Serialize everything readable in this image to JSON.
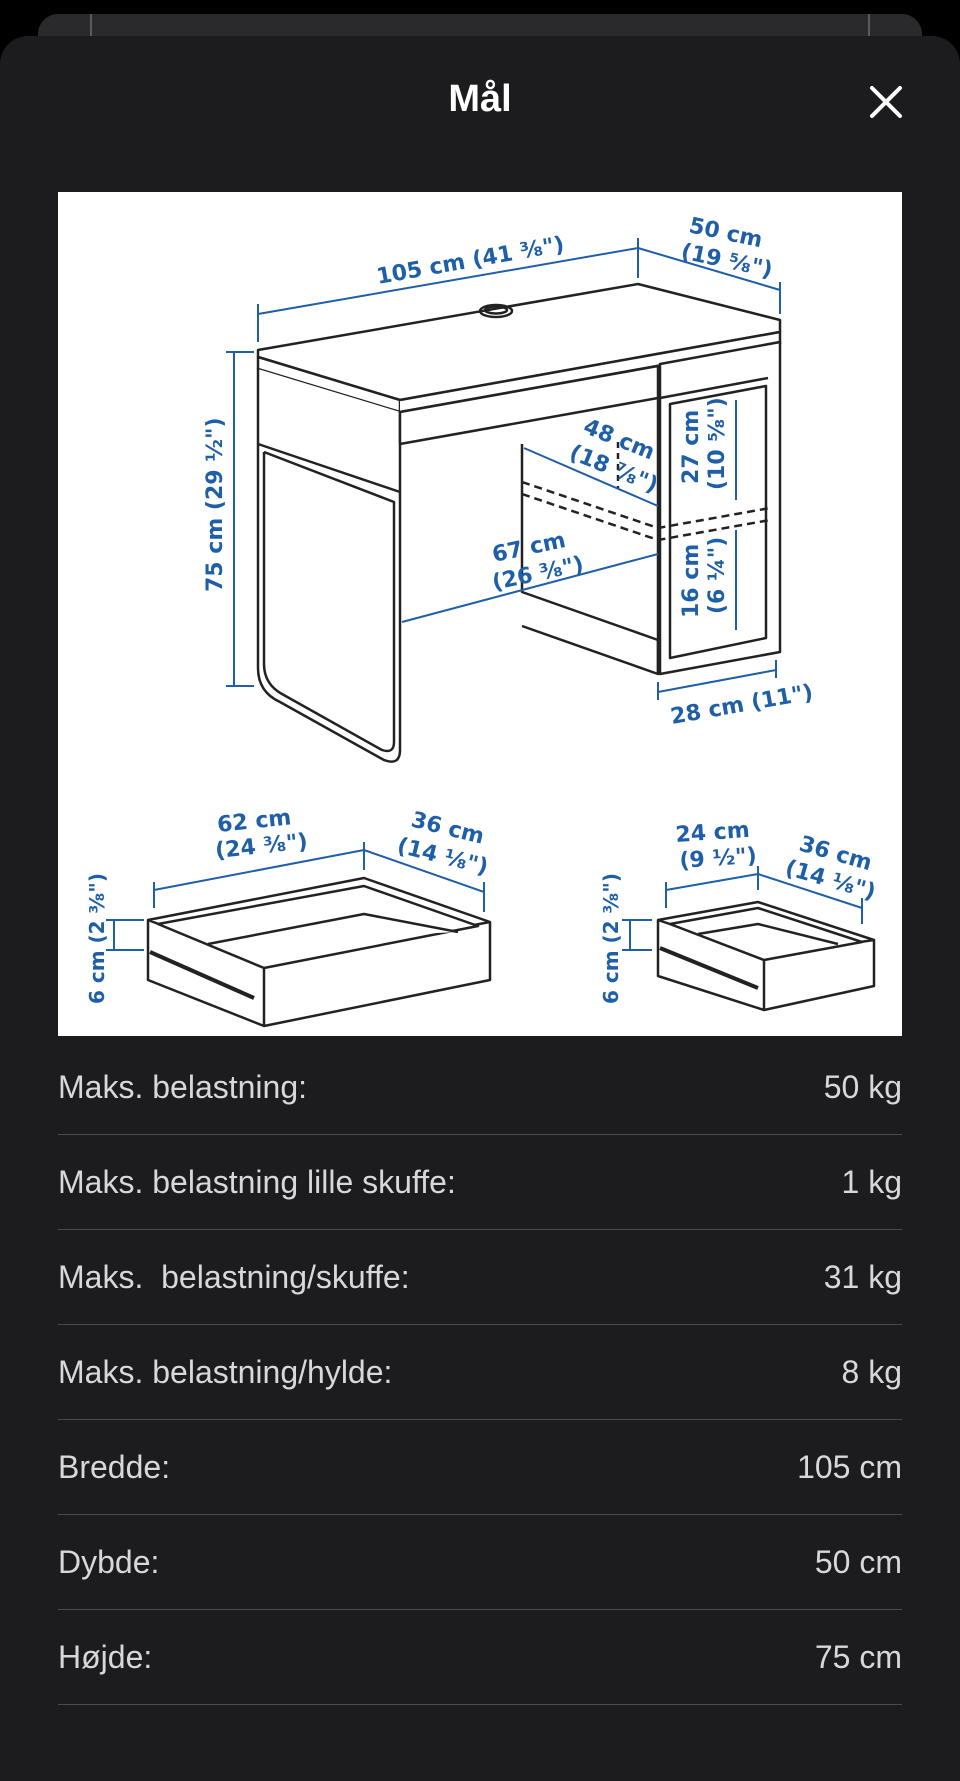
{
  "header": {
    "title": "Mål",
    "close_icon": "close-icon"
  },
  "figure": {
    "desk": {
      "width": "105 cm (41 ³⁄₈\")",
      "depth_1": "50 cm",
      "depth_2": "(19 ⁵⁄₈\")",
      "height": "75 cm (29 ½\")",
      "inner_depth_1": "48 cm",
      "inner_depth_2": "(18 ⁷⁄₈\")",
      "inner_width_1": "67 cm",
      "inner_width_2": "(26 ³⁄₈\")",
      "shelf_top_1": "27 cm",
      "shelf_top_2": "(10 ⁵⁄₈\")",
      "shelf_bottom_1": "16 cm",
      "shelf_bottom_2": "(6 ¼\")",
      "shelf_width": "28 cm (11\")"
    },
    "large_drawer": {
      "width_1": "62 cm",
      "width_2": "(24 ³⁄₈\")",
      "depth_1": "36 cm",
      "depth_2": "(14 ⅛\")",
      "height": "6 cm (2 ³⁄₈\")"
    },
    "small_drawer": {
      "width_1": "24 cm",
      "width_2": "(9 ½\")",
      "depth_1": "36 cm",
      "depth_2": "(14 ⅛\")",
      "height": "6 cm (2 ³⁄₈\")"
    },
    "line_color": "#1f5fa8"
  },
  "specs": [
    {
      "label": "Maks. belastning:",
      "value": "50 kg"
    },
    {
      "label": "Maks. belastning lille skuffe:",
      "value": "1 kg"
    },
    {
      "label": "Maks.  belastning/skuffe:",
      "value": "31 kg"
    },
    {
      "label": "Maks. belastning/hylde:",
      "value": "8 kg"
    },
    {
      "label": "Bredde:",
      "value": "105 cm"
    },
    {
      "label": "Dybde:",
      "value": "50 cm"
    },
    {
      "label": "Højde:",
      "value": "75 cm"
    }
  ]
}
